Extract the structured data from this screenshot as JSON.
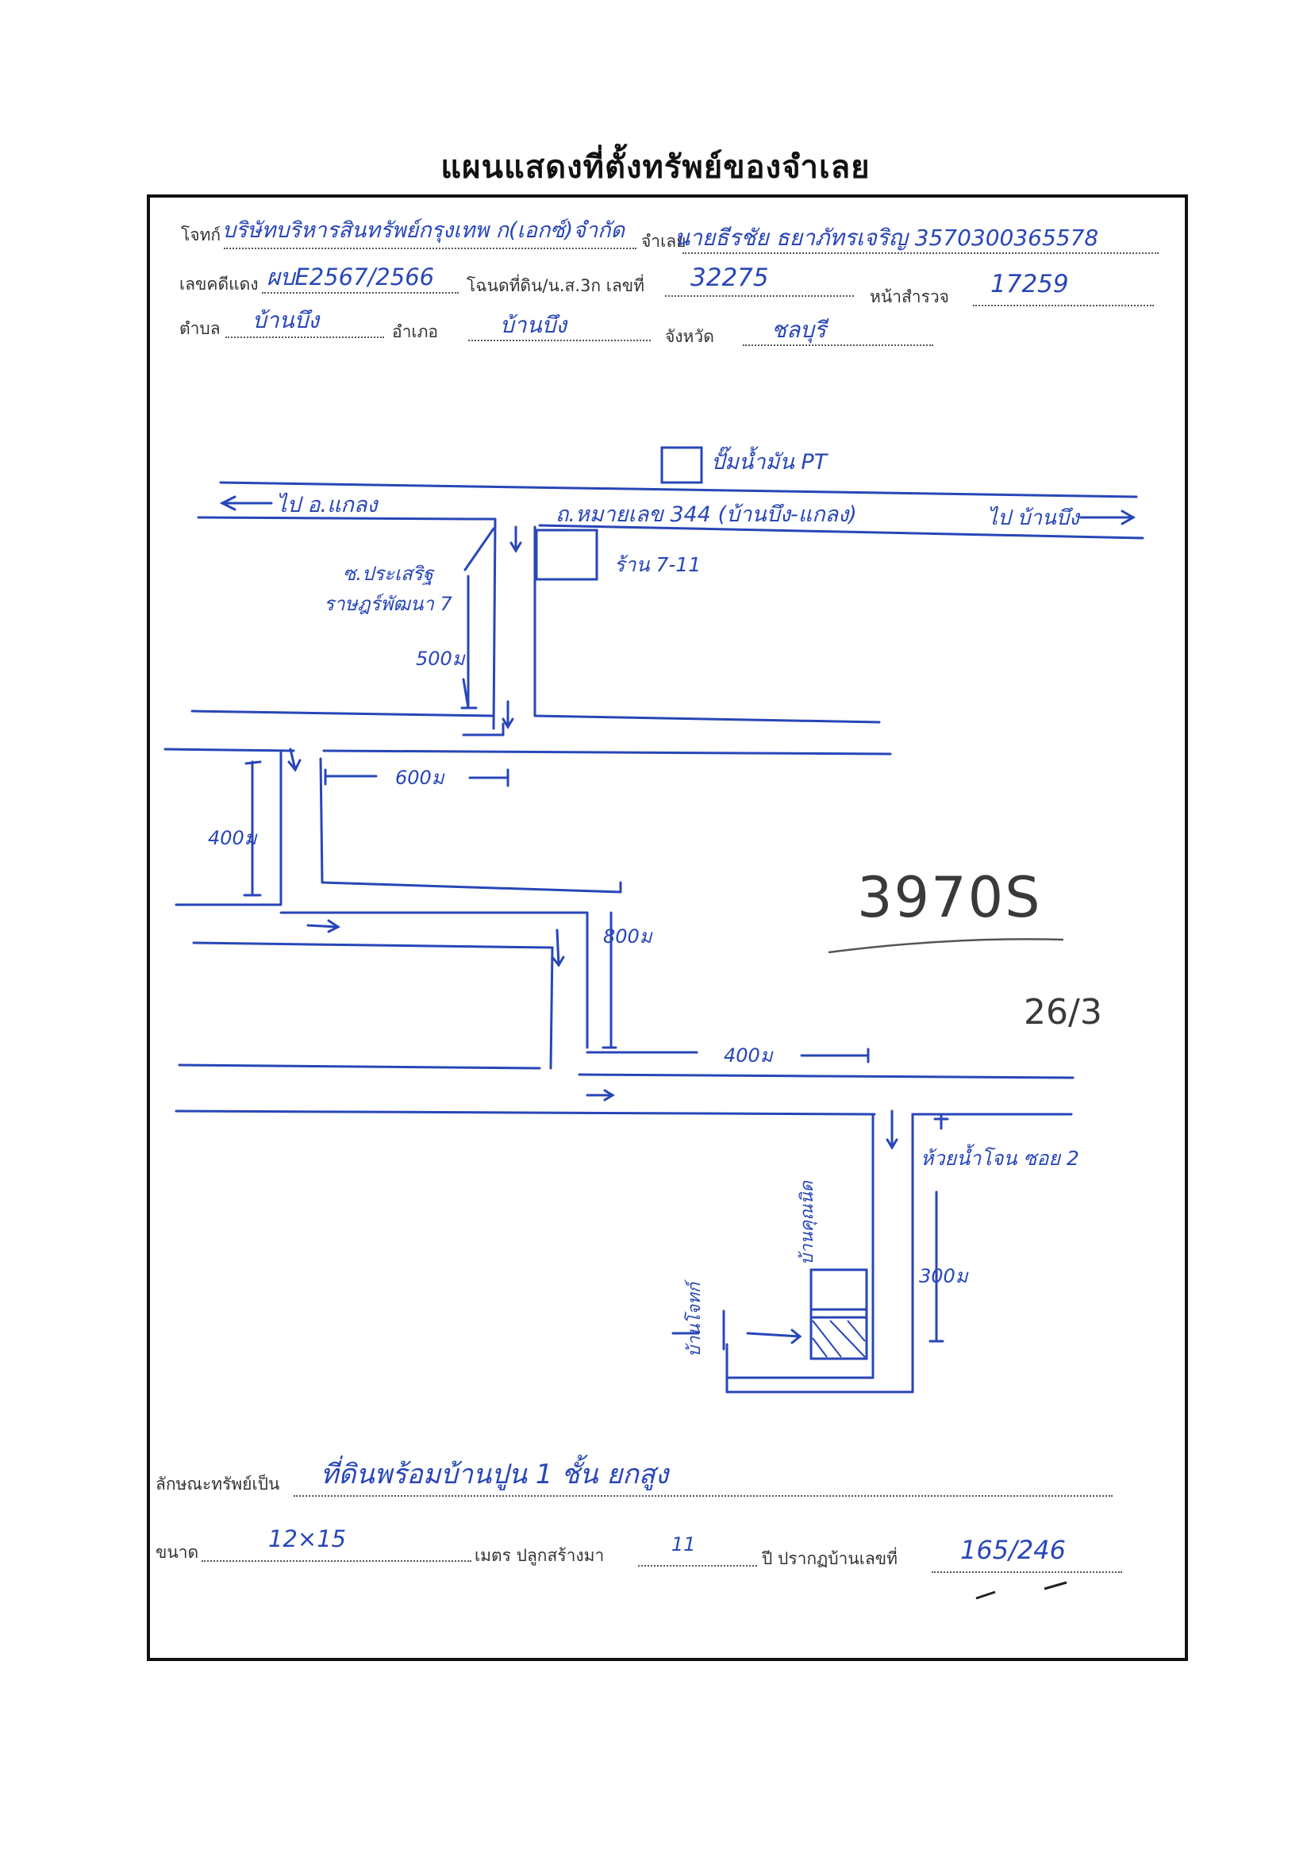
{
  "title": "แผนแสดงที่ตั้งทรัพย์ของจำเลย",
  "header": {
    "plaintiff_label": "โจทก์",
    "plaintiff_value": "บริษัทบริหารสินทรัพย์กรุงเทพ ก(เอกซ์)จำกัด",
    "defendant_label": "จำเลย",
    "defendant_value": "นายธีรชัย ธยาภัทรเจริญ 3570300365578",
    "case_no_label": "เลขคดีแดง",
    "case_no_value": "ผบE2567/2566",
    "deed_label": "โฉนดที่ดิน/น.ส.3ก เลขที่",
    "deed_value": "32275",
    "survey_label": "หน้าสำรวจ",
    "survey_value": "17259",
    "subdistrict_label": "ตำบล",
    "subdistrict_value": "บ้านบึง",
    "district_label": "อำเภอ",
    "district_value": "บ้านบึง",
    "province_label": "จังหวัด",
    "province_value": "ชลบุรี"
  },
  "map": {
    "gas_station": "ปั๊มน้ำมัน PT",
    "to_klaeng": "ไป อ.แกลง",
    "main_road": "ถ.หมายเลข 344 (บ้านบึง-แกลง)",
    "to_banbueng": "ไป บ้านบึง",
    "shop": "ร้าน 7-11",
    "soi": "ซ.ประเสริฐราษฎร์พัฒนา 7",
    "dist_500": "500ม",
    "dist_600": "600ม",
    "dist_400a": "400ม",
    "dist_800": "800ม",
    "dist_400b": "400ม",
    "dist_300": "300ม",
    "soi2": "ห้วยน้ำโจน ซอย 2",
    "neighbor": "บ้านคุณนิด",
    "entrance": "บ้านโจทก์"
  },
  "annotations": {
    "pencil_code": "3970S",
    "pencil_num": "26/3"
  },
  "footer": {
    "type_label": "ลักษณะทรัพย์เป็น",
    "type_value": "ที่ดินพร้อมบ้านปูน 1 ชั้น ยกสูง",
    "size_label": "ขนาด",
    "size_value": "12×15",
    "size_unit_label": "เมตร ปลูกสร้างมา",
    "built_value": "11",
    "year_label": "ปี ปรากฏบ้านเลขที่",
    "house_no_value": "165/246"
  }
}
